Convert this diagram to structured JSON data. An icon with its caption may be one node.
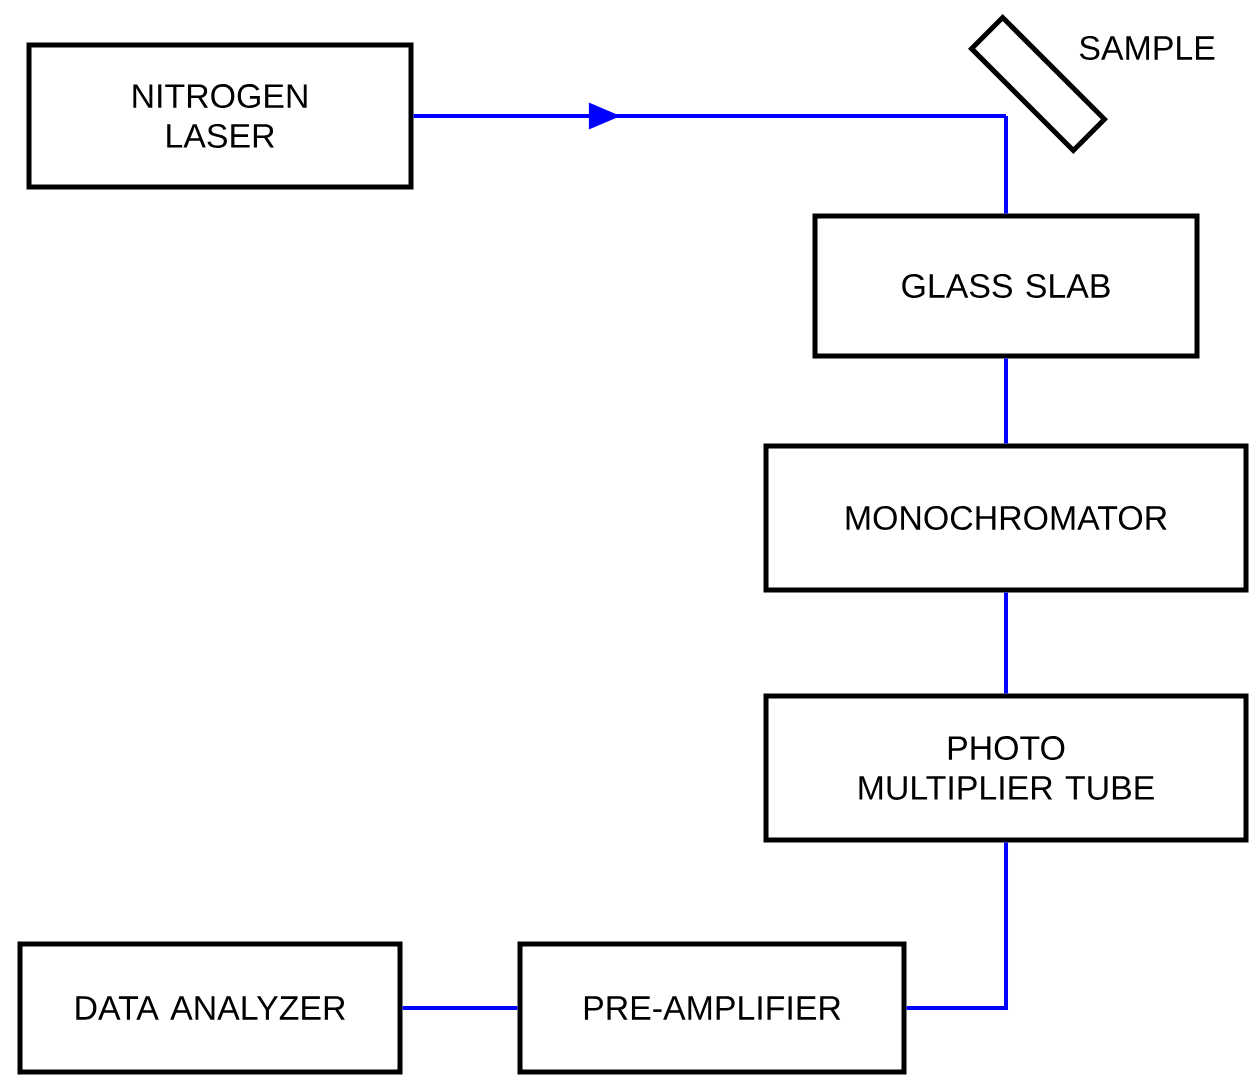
{
  "diagram": {
    "nodes": [
      {
        "text": [
          "NITROGEN LASER"
        ]
      },
      {
        "text": [
          "SAMPLE"
        ]
      },
      {
        "text": [
          "GLASS SLAB"
        ]
      },
      {
        "text": [
          "MONOCHROMATOR"
        ]
      },
      {
        "text": [
          "PHOTO MULTIPLIER TUBE"
        ]
      },
      {
        "text": [
          "PRE-AMPLIFIER"
        ]
      },
      {
        "text": [
          "DATA ANALYZER"
        ]
      }
    ],
    "edges": [
      {
        "from": 0,
        "to": 1,
        "arrow": "to"
      },
      {
        "from": 1,
        "to": 2,
        "arrow": "none"
      },
      {
        "from": 2,
        "to": 3,
        "arrow": "none"
      },
      {
        "from": 3,
        "to": 4,
        "arrow": "none"
      },
      {
        "from": 4,
        "to": 5,
        "arrow": "none"
      },
      {
        "from": 5,
        "to": 6,
        "arrow": "none"
      }
    ]
  }
}
